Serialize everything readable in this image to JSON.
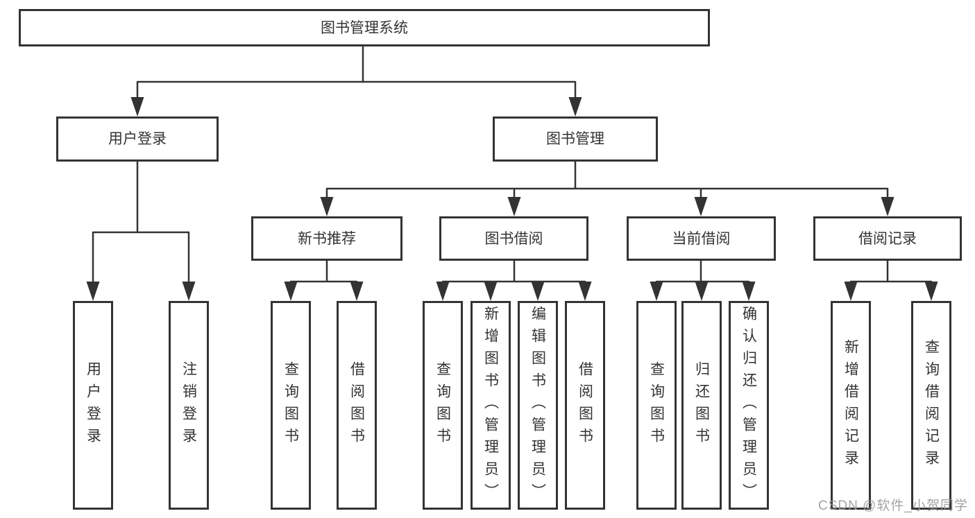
{
  "diagram": {
    "type": "hierarchy-diagram",
    "colors": {
      "line": "#333333",
      "box_border": "#333333",
      "box_fill": "#ffffff",
      "text": "#333333",
      "watermark": "#999999",
      "background": "#ffffff"
    },
    "tree": {
      "label": "图书管理系统",
      "children": [
        {
          "label": "用户登录",
          "children": [
            {
              "label": "用户登录"
            },
            {
              "label": "注销登录"
            }
          ]
        },
        {
          "label": "图书管理",
          "children": [
            {
              "label": "新书推荐",
              "children": [
                {
                  "label": "查询图书"
                },
                {
                  "label": "借阅图书"
                }
              ]
            },
            {
              "label": "图书借阅",
              "children": [
                {
                  "label": "查询图书"
                },
                {
                  "label": "新增图书（管理员）"
                },
                {
                  "label": "编辑图书（管理员）"
                },
                {
                  "label": "借阅图书"
                }
              ]
            },
            {
              "label": "当前借阅",
              "children": [
                {
                  "label": "查询图书"
                },
                {
                  "label": "归还图书"
                },
                {
                  "label": "确认归还（管理员）"
                }
              ]
            },
            {
              "label": "借阅记录",
              "children": [
                {
                  "label": "新增借阅记录"
                },
                {
                  "label": "查询借阅记录"
                }
              ]
            }
          ]
        }
      ]
    }
  },
  "watermark": {
    "text": "CSDN @软件_小贺同学"
  }
}
